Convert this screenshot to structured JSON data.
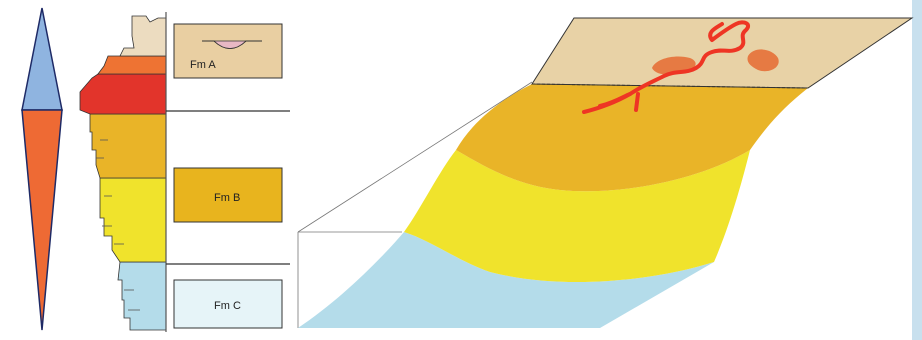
{
  "formations": {
    "a": {
      "label": "Fm A"
    },
    "b": {
      "label": "Fm B"
    },
    "c": {
      "label": "Fm C"
    }
  },
  "colors": {
    "blue_triangle": "#8fb4e0",
    "orange_triangle": "#ee6a34",
    "fm_a_box": "#e9cfa2",
    "fm_b_box": "#e8b41e",
    "fm_c_box": "#e6f4f8",
    "layer_orange": "#e9b428",
    "layer_yellow": "#f0e32c",
    "layer_blue": "#b4dcea",
    "top_surface": "#e8d2a6",
    "channel_red": "#ee3524",
    "lobe_orange": "#e67a43",
    "column_red": "#e2342b",
    "column_orange": "#ee7333",
    "column_tan": "#ecdcc0"
  },
  "icons": {
    "channel_symbol": "channel-icon"
  }
}
